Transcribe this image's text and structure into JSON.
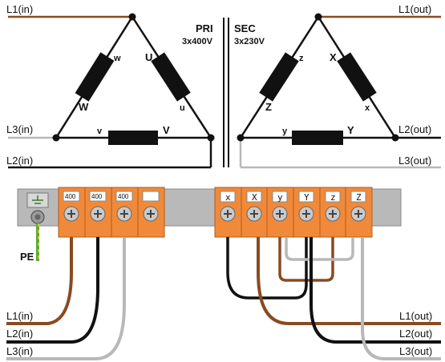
{
  "colors": {
    "brown": "#8a4a22",
    "black": "#111111",
    "grey": "#b8b8b8",
    "rail": "#b9b9b9",
    "terminal": "#f08a3a",
    "ground": "#5aa83a"
  },
  "primary": {
    "title": "PRI",
    "rating": "3x400V",
    "lines": [
      "L1(in)",
      "L3(in)",
      "L2(in)"
    ],
    "coil_labels": {
      "w": "w",
      "U": "U",
      "W": "W",
      "u": "u",
      "v": "v",
      "V": "V"
    }
  },
  "secondary": {
    "title": "SEC",
    "rating": "3x230V",
    "lines": [
      "L1(out)",
      "L2(out)",
      "L3(out)"
    ],
    "coil_labels": {
      "z": "z",
      "X": "X",
      "Z": "Z",
      "x": "x",
      "y": "y",
      "Y": "Y"
    }
  },
  "terminal_block": {
    "left_tags": [
      "400",
      "400",
      "400",
      ""
    ],
    "right_tags": [
      "x",
      "X",
      "y",
      "Y",
      "z",
      "Z"
    ],
    "pe_label": "PE"
  },
  "bottom": {
    "left_lines": [
      "L1(in)",
      "L2(in)",
      "L3(in)"
    ],
    "right_lines": [
      "L1(out)",
      "L2(out)",
      "L3(out)"
    ]
  }
}
